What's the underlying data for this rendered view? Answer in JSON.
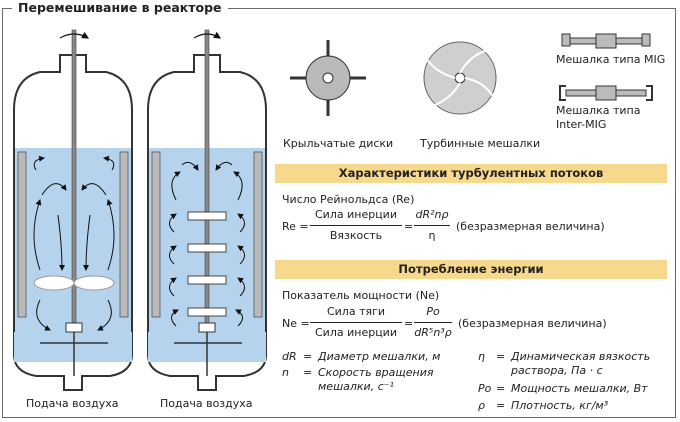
{
  "title": "Перемешивание в реакторе",
  "reactor_labels": {
    "left": "Подача воздуха",
    "right": "Подача воздуха"
  },
  "impellers": {
    "blade_disks": "Крыльчатые диски",
    "turbine": "Турбинные мешалки",
    "mig": "Мешалка типа MIG",
    "intermig_line1": "Мешалка типа",
    "intermig_line2": "Inter-MIG"
  },
  "turbulent": {
    "header": "Характеристики турбулентных потоков",
    "reynolds_label": "Число Рейнольдса (Re)",
    "re_lhs": "Re =",
    "num1": "Сила инерции",
    "den1": "Вязкость",
    "eq": "=",
    "num2": "dR²nρ",
    "den2": "η",
    "dimless": "(безразмерная величина)"
  },
  "energy": {
    "header": "Потребление энергии",
    "power_label": "Показатель мощности (Ne)",
    "ne_lhs": "Ne =",
    "num1": "Сила тяги",
    "den1": "Сила инерции",
    "eq": "=",
    "num2": "Po",
    "den2": "dR⁵n³ρ",
    "dimless": "(безразмерная величина)"
  },
  "legend": {
    "dr_sym": "dR",
    "dr_eq": "=",
    "dr_text": "Диаметр мешалки, м",
    "n_sym": "n",
    "n_eq": "=",
    "n_text1": "Скорость вращения",
    "n_text2": "мешалки, с⁻¹",
    "eta_sym": "η",
    "eta_eq": "=",
    "eta_text1": "Динамическая вязкость",
    "eta_text2": "раствора, Па · с",
    "po_sym": "Po",
    "po_eq": "=",
    "po_text": "Мощность мешалки, Вт",
    "rho_sym": "ρ",
    "rho_eq": "=",
    "rho_text": "Плотность, кг/м³"
  },
  "colors": {
    "liquid": "#b5d3ec",
    "baffle": "#b9b9b9",
    "band": "#f7d98e",
    "outline": "#333333"
  }
}
